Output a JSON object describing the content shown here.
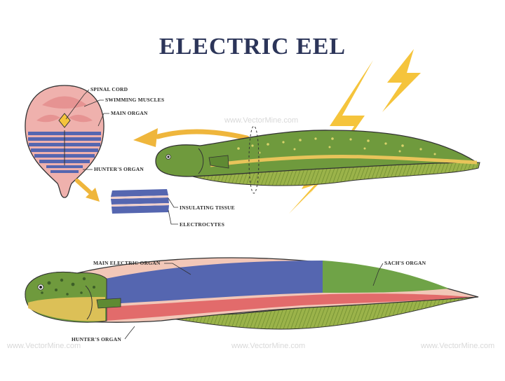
{
  "title": "ELECTRIC EEL",
  "labels": {
    "spinal_cord": "SPINAL CORD",
    "swimming_muscles": "SWIMMING MUSCLES",
    "main_organ": "MAIN ORGAN",
    "hunters_organ_cross": "HUNTER'S ORGAN",
    "insulating_tissue": "INSULATING TISSUE",
    "electrocytes": "ELECTROCYTES",
    "main_electric_organ": "MAIN ELECTRIC ORGAN",
    "sachs_organ": "SACH'S ORGAN",
    "hunters_organ_body": "HUNTER'S ORGAN"
  },
  "watermark": "www.VectorMine.com",
  "colors": {
    "title": "#2c3559",
    "eel_green": "#6f9a3d",
    "eel_dark": "#3d5f28",
    "eel_belly": "#e8c45a",
    "main_organ_blue": "#5566b0",
    "hunters_red": "#e26b6b",
    "sachs_green": "#6fa347",
    "cross_section_pink": "#efb1ad",
    "lightning": "#f5c43c",
    "arrow": "#efb63c"
  },
  "icons": [
    "lightning-bolt-icon",
    "arrow-icon",
    "leaf-watermark-icon"
  ]
}
